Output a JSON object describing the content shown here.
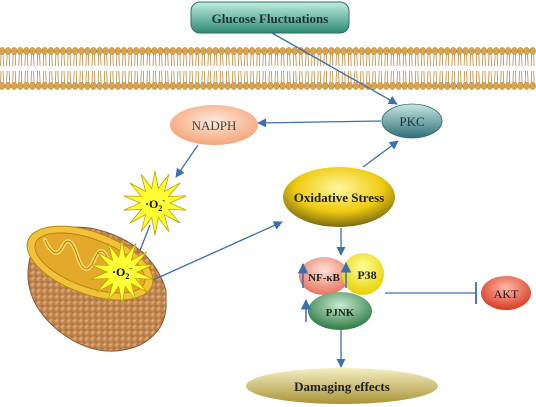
{
  "nodes": {
    "glucose": "Glucose Fluctuations",
    "pkc": "PKC",
    "nadph": "NADPH",
    "superoxide_top": "·O",
    "superoxide_mito": "·O",
    "superoxide_sub": "2",
    "superoxide_sup": "-",
    "oxidative_stress": "Oxidative Stress",
    "nfkb": "NF-κB",
    "p38": "P38",
    "pjnk": "PJNK",
    "akt": "AKT",
    "damaging": "Damaging effects"
  },
  "colors": {
    "arrow": "#3a6fb0",
    "glucose_box": "#3f8f7a",
    "pkc": "#3e7f86",
    "nadph": "#f6b48c",
    "star": "#ffff33",
    "oxidative_stress": "#e8c400",
    "nfkb": "#f38a78",
    "p38": "#f5e400",
    "pjnk": "#3d8a55",
    "akt": "#e0452e",
    "damaging": "#c9b45a",
    "mitochondrion": "#c98a4e"
  }
}
